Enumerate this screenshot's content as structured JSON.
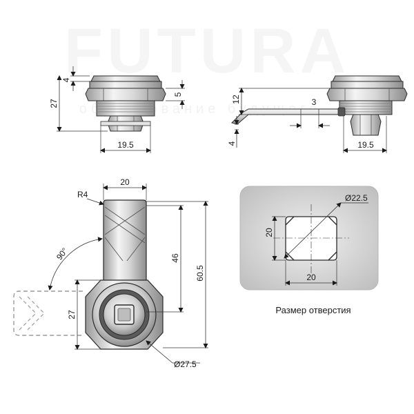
{
  "watermark": {
    "brand": "FUTURA",
    "tagline": "оборудование будущего"
  },
  "colors": {
    "metal_light": "#f2f2f2",
    "metal_mid": "#c9c9c9",
    "metal_dark": "#8a8a8a",
    "outline": "#2a2a2a",
    "panel": "#c8c8c8",
    "dash": "#9a9a9a"
  },
  "side_view_left": {
    "dim_top": "4",
    "dim_height": "27",
    "dim_nut": "5",
    "dim_width": "19.5"
  },
  "side_view_right": {
    "dim_thread": "12",
    "dim_cam": "3",
    "dim_offset": "4",
    "dim_width": "19.5"
  },
  "front_view": {
    "dim_radius": "R4",
    "dim_cam_width": "20",
    "dim_cam_length": "46",
    "dim_total_length": "60.5",
    "dim_body": "27",
    "dim_angle": "90°",
    "dim_diameter": "Ø27.5"
  },
  "cutout": {
    "dim_diameter": "Ø22.5",
    "dim_height": "20",
    "dim_width": "20",
    "caption": "Размер отверстия"
  }
}
